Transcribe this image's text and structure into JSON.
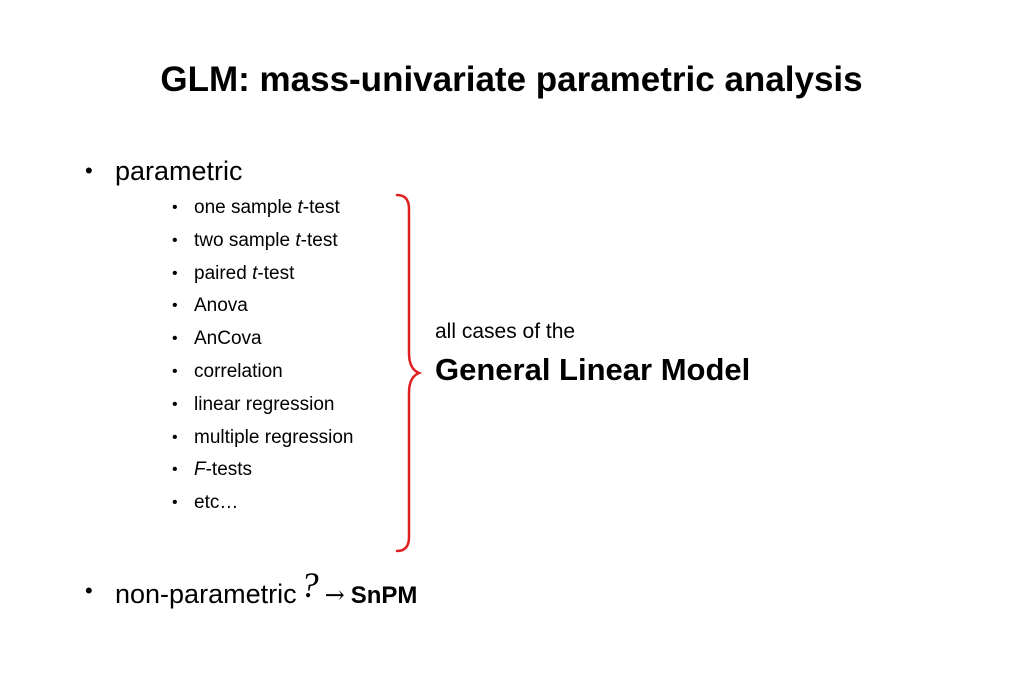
{
  "title": "GLM: mass-univariate parametric analysis",
  "bullet_symbol": "•",
  "parametric": {
    "label": "parametric",
    "items": [
      {
        "text": "one sample ",
        "italic": "t",
        "suffix": "-test"
      },
      {
        "text": "two sample ",
        "italic": "t",
        "suffix": "-test"
      },
      {
        "text": "paired ",
        "italic": "t",
        "suffix": "-test"
      },
      {
        "text": "Anova",
        "italic": "",
        "suffix": ""
      },
      {
        "text": "AnCova",
        "italic": "",
        "suffix": ""
      },
      {
        "text": "correlation",
        "italic": "",
        "suffix": ""
      },
      {
        "text": "linear regression",
        "italic": "",
        "suffix": ""
      },
      {
        "text": "multiple regression",
        "italic": "",
        "suffix": ""
      },
      {
        "text": "",
        "italic": "F",
        "suffix": "-tests"
      },
      {
        "text": "etc…",
        "italic": "",
        "suffix": ""
      }
    ]
  },
  "annotation": {
    "small": "all cases of the",
    "big": "General Linear Model",
    "brace_color": "#e02020"
  },
  "non_parametric": {
    "label": "non-parametric",
    "question": "?",
    "arrow": "→",
    "target": "SnPM"
  }
}
